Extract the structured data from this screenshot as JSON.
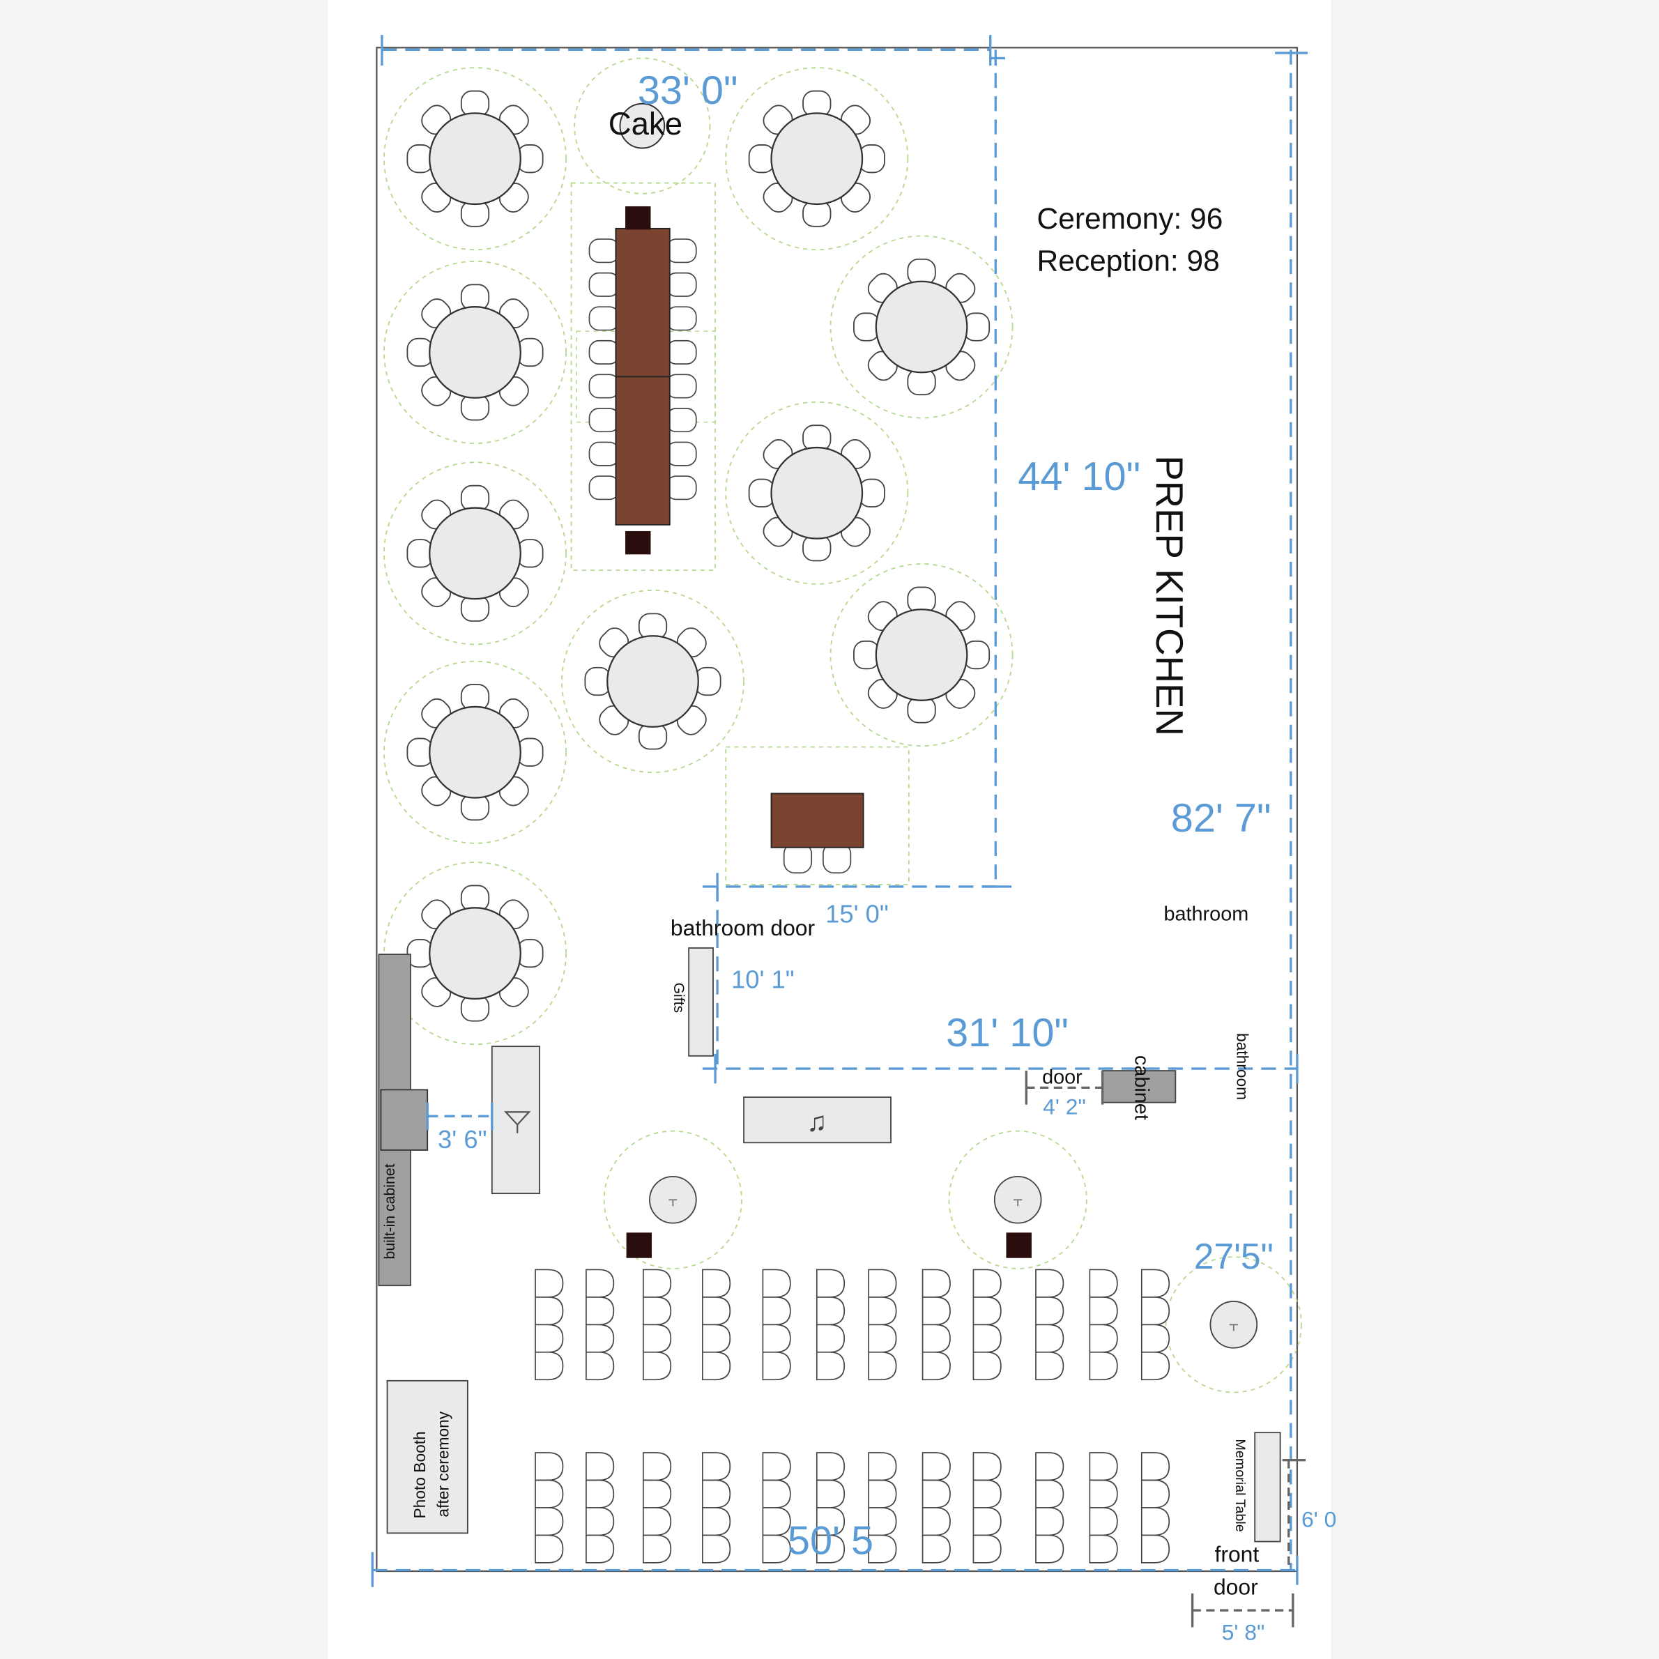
{
  "colors": {
    "background": "#ffffff",
    "side_panel": "#f4f4f4",
    "wall": "#555555",
    "dimension": "#5b9bd5",
    "table_fill": "#e8eaec",
    "clearance": "#b5d98f",
    "wood": "#7a4430",
    "dark_square": "#2a0d0d",
    "cabinet": "#a0a0a0"
  },
  "counts": {
    "ceremony": "Ceremony: 96",
    "reception": "Reception: 98"
  },
  "labels": {
    "cake": "Cake",
    "prep_kitchen": "PREP KITCHEN",
    "bathroom_door": "bathroom door",
    "bathroom_top": "bathroom",
    "bathroom_side": "bathroom",
    "gifts": "Gifts",
    "door": "door",
    "cabinet": "cabinet",
    "builtin_cabinet": "built-in cabinet",
    "photo_booth_1": "Photo Booth",
    "photo_booth_2": "after ceremony",
    "memorial_table": "Memorial Table",
    "front_door_1": "front",
    "front_door_2": "door"
  },
  "dimensions": {
    "top_width": "33' 0\"",
    "kitchen_height": "44' 10\"",
    "overall_height": "82' 7\"",
    "kitchen_width": "15' 0\"",
    "bath_height": "10' 1\"",
    "bath_width": "31' 10\"",
    "door_width": "4' 2\"",
    "bar_gap": "3' 6\"",
    "right_lower": "27'5\"",
    "bottom_width": "50' 5",
    "memorial_gap": "6' 0",
    "front_door_width": "5' 8\""
  },
  "icons": {
    "bar": "martini-glass-icon",
    "music": "music-note-icon",
    "cocktail": "cocktail-table-icon"
  }
}
